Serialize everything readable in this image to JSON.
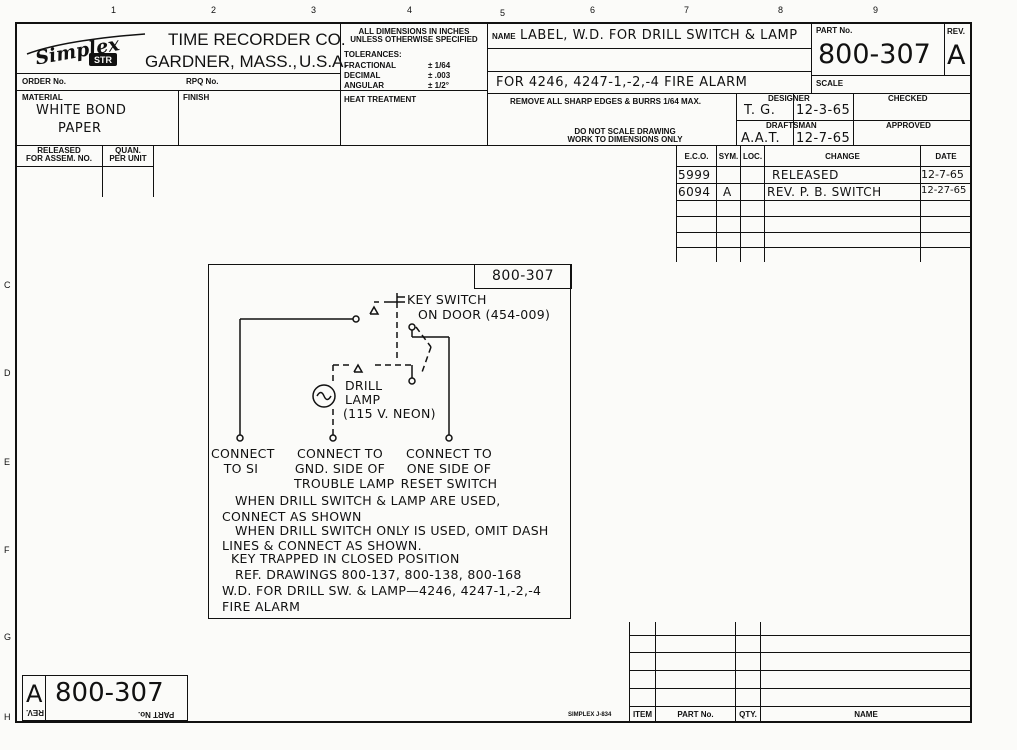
{
  "zones": {
    "columns": [
      "1",
      "2",
      "3",
      "4",
      "5",
      "6",
      "7",
      "8",
      "9"
    ],
    "rows": [
      "C",
      "D",
      "E",
      "F",
      "G",
      "H"
    ]
  },
  "title_block": {
    "logo_text": "Simplex",
    "logo_sub": "STR",
    "company_line1": "TIME RECORDER CO.",
    "company_city": "GARDNER, MASS.,",
    "company_country": "U.S.A.",
    "order_no_label": "ORDER No.",
    "rpq_no_label": "RPQ No.",
    "material_label": "MATERIAL",
    "material_line1": "WHITE BOND",
    "material_line2": "PAPER",
    "finish_label": "FINISH",
    "dims_note_line1": "ALL DIMENSIONS IN INCHES",
    "dims_note_line2": "UNLESS OTHERWISE SPECIFIED",
    "tolerances_label": "TOLERANCES:",
    "tol_fractional_label": "FRACTIONAL",
    "tol_fractional_value": "± 1/64",
    "tol_decimal_label": "DECIMAL",
    "tol_decimal_value": "± .003",
    "tol_angular_label": "ANGULAR",
    "tol_angular_value": "± 1/2°",
    "heat_treatment_label": "HEAT TREATMENT",
    "name_label": "NAME",
    "name_value": "LABEL, W.D. FOR DRILL SWITCH & LAMP",
    "name_line2": "FOR 4246, 4247-1,-2,-4 FIRE ALARM",
    "part_no_label": "PART No.",
    "part_no_value": "800-307",
    "rev_label": "REV.",
    "rev_value": "A",
    "scale_label": "SCALE",
    "edges_note": "REMOVE ALL SHARP EDGES & BURRS 1/64 MAX.",
    "no_scale_line1": "DO NOT SCALE DRAWING",
    "no_scale_line2": "WORK TO DIMENSIONS ONLY",
    "designer_label": "DESIGNER",
    "designer_value": "T. G.",
    "designer_date": "12-3-65",
    "checked_label": "CHECKED",
    "draftsman_label": "DRAFTSMAN",
    "draftsman_value": "A.A.T.",
    "draftsman_date": "12-7-65",
    "approved_label": "APPROVED",
    "released_label_line1": "RELEASED",
    "released_label_line2": "FOR ASSEM. NO.",
    "quan_label_line1": "QUAN.",
    "quan_label_line2": "PER UNIT"
  },
  "revisions": {
    "headers": [
      "E.C.O.",
      "SYM.",
      "LOC.",
      "CHANGE",
      "DATE"
    ],
    "rows": [
      {
        "eco": "5999",
        "sym": "",
        "loc": "",
        "change": "RELEASED",
        "date": "12-7-65"
      },
      {
        "eco": "6094",
        "sym": "A",
        "loc": "",
        "change": "REV. P. B. SWITCH",
        "date": "12-27-65"
      }
    ]
  },
  "label": {
    "part_no": "800-307",
    "key_switch_line1": "KEY SWITCH",
    "key_switch_line2": "ON DOOR (454-009)",
    "lamp_line1": "DRILL",
    "lamp_line2": "LAMP",
    "lamp_line3": "(115 V. NEON)",
    "connect_si_line1": "CONNECT",
    "connect_si_line2": "TO SI",
    "connect_gnd_line1": "CONNECT TO",
    "connect_gnd_line2": "GND. SIDE OF",
    "connect_gnd_line3": "TROUBLE LAMP",
    "connect_reset_line1": "CONNECT TO",
    "connect_reset_line2": "ONE SIDE OF",
    "connect_reset_line3": "RESET SWITCH",
    "notes": [
      "WHEN DRILL SWITCH & LAMP ARE USED,",
      "CONNECT AS SHOWN",
      "WHEN DRILL SWITCH ONLY IS USED, OMIT DASH",
      "LINES & CONNECT AS SHOWN.",
      "KEY TRAPPED IN CLOSED POSITION",
      "REF. DRAWINGS 800-137, 800-138, 800-168",
      "W.D. FOR DRILL SW. & LAMP—4246, 4247-1,-2,-4",
      "FIRE ALARM"
    ]
  },
  "corner_stamp": {
    "rev_label": "REV.",
    "rev_value": "A",
    "part_no": "800-307",
    "part_no_label": "PART No."
  },
  "form_number": "SIMPLEX J-834",
  "parts_list": {
    "headers": [
      "ITEM",
      "PART No.",
      "QTY.",
      "NAME"
    ]
  }
}
